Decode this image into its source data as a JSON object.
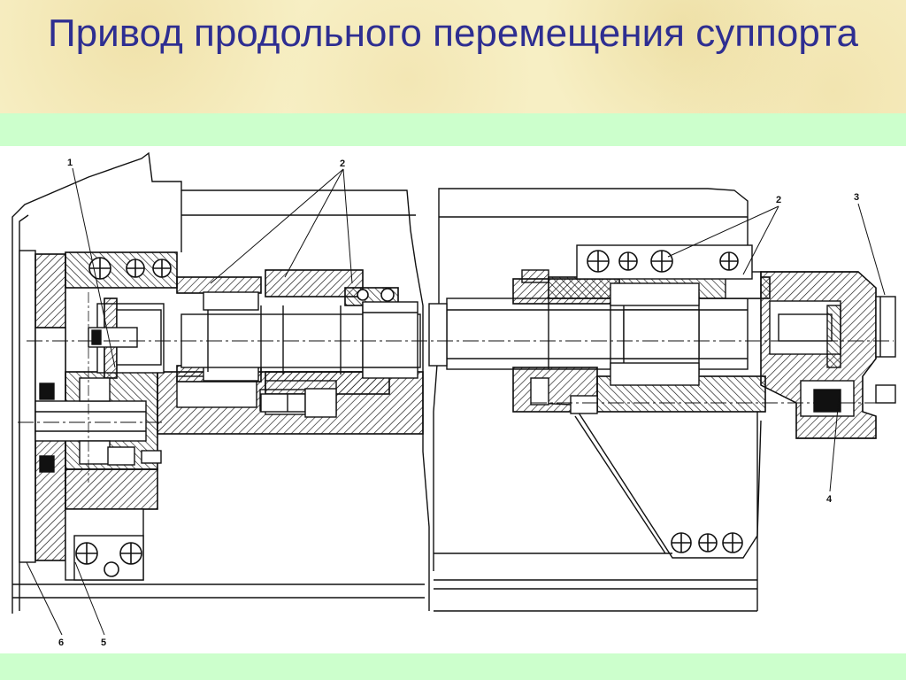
{
  "slide": {
    "title": "Привод продольного перемещения суппорта"
  },
  "diagram": {
    "labels": {
      "l1": "1",
      "l2a": "2",
      "l2b": "2",
      "l3": "3",
      "l4": "4",
      "l5": "5",
      "l6": "6"
    }
  },
  "colors": {
    "title_text": "#2e2e91",
    "green_band": "#ccffcc",
    "title_background": "#f7efc4",
    "line": "#111111"
  }
}
